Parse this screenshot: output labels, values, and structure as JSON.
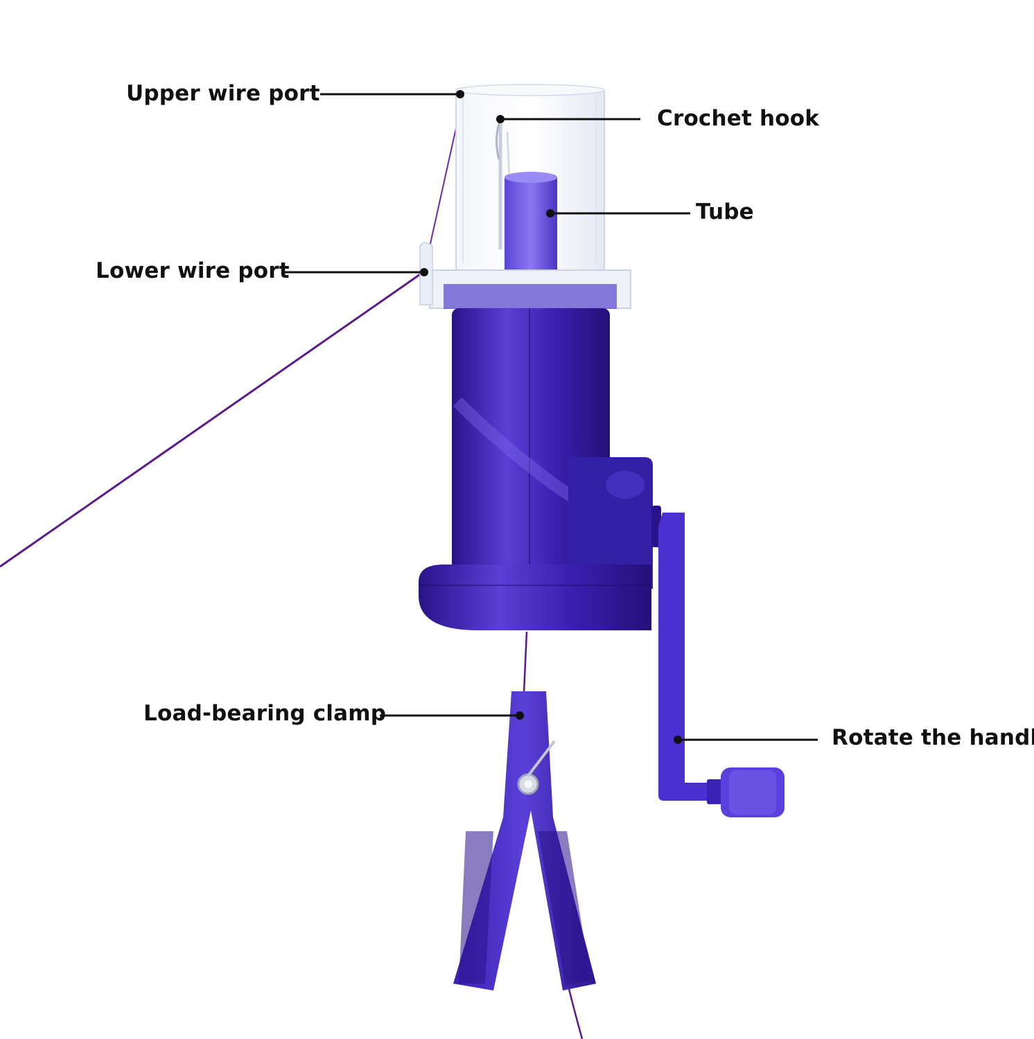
{
  "labels": {
    "upper_wire_port": "Upper wire port",
    "crochet_hook": "Crochet hook",
    "tube": "Tube",
    "lower_wire_port": "Lower wire port",
    "load_bearing_clamp": "Load-bearing clamp",
    "rotate_handle": "Rotate the handle"
  },
  "colors": {
    "body_purple": "#3b1fb0",
    "body_dark": "#2a128a",
    "body_light": "#6a4fe0",
    "clear_plastic": "#e9eef6",
    "yarn": "#5a1a8c",
    "leader_line": "#111111"
  }
}
